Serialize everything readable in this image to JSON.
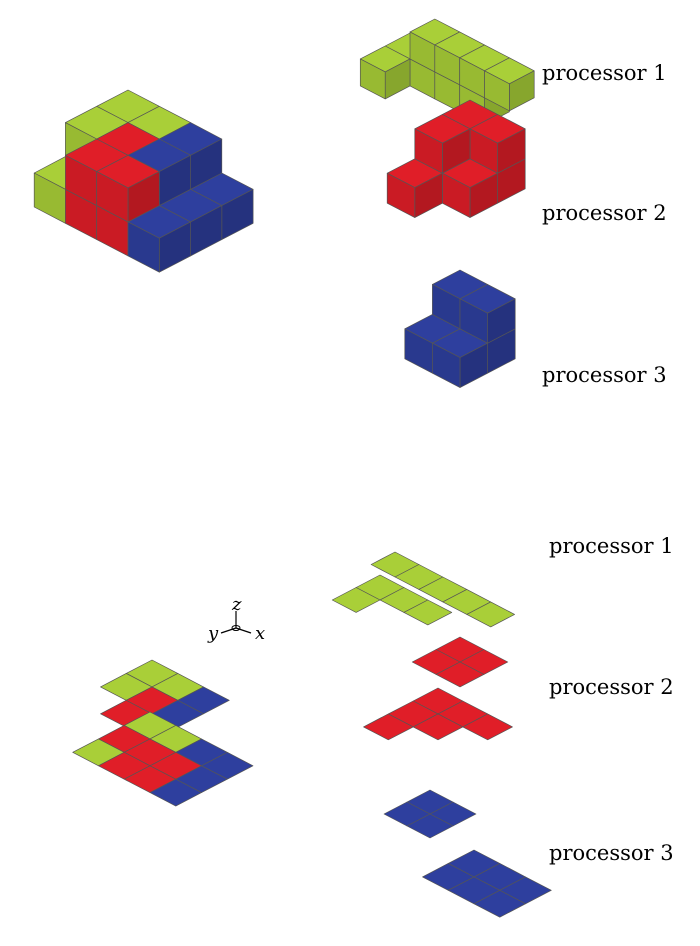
{
  "colors": {
    "processor_1": "#a9cf38",
    "processor_2": "#e01e28",
    "processor_3": "#2e3f9e",
    "brace": "#1f3c95"
  },
  "top_panel": {
    "labels": {
      "p1": "processor 1",
      "p2": "processor 2",
      "p3": "processor 3"
    }
  },
  "bottom_panel": {
    "labels": {
      "p1": "processor 1",
      "p2": "processor 2",
      "p3": "processor 3"
    },
    "axes": {
      "z": "z",
      "y": "y",
      "x": "x"
    }
  }
}
